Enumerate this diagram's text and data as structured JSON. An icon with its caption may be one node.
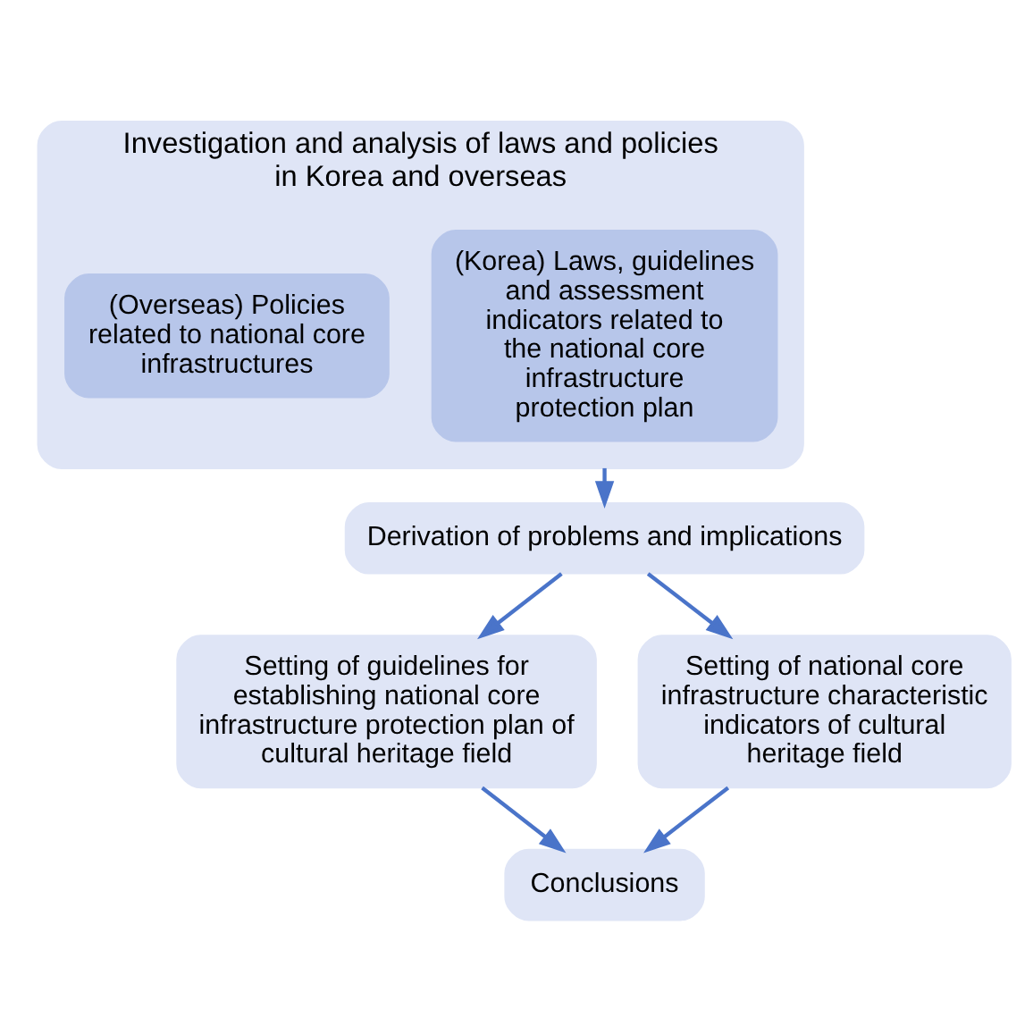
{
  "diagram": {
    "nodes": [
      {
        "text": [
          "Investigation and analysis of laws and policies in Korea and overseas"
        ]
      },
      {
        "text": [
          "(Korea) Laws, guidelines and assessment indicators related to the national core infrastructure protection plan"
        ],
        "in": 0
      },
      {
        "text": [
          "(Overseas) Policies related to national core infrastructures"
        ],
        "in": 0
      },
      {
        "text": [
          "Derivation of problems and implications"
        ]
      },
      {
        "text": [
          "Setting of guidelines for establishing national core infrastructure protection plan of cultural heritage field"
        ]
      },
      {
        "text": [
          "Setting of national core infrastructure characteristic indicators of cultural heritage field"
        ]
      },
      {
        "text": [
          "Conclusions"
        ]
      }
    ],
    "edges": [
      {
        "from": 0,
        "to": 3,
        "arrow": "to"
      },
      {
        "from": 3,
        "to": 4,
        "arrow": "to"
      },
      {
        "from": 3,
        "to": 5,
        "arrow": "to"
      },
      {
        "from": 4,
        "to": 6,
        "arrow": "to"
      },
      {
        "from": 5,
        "to": 6,
        "arrow": "to"
      }
    ]
  }
}
